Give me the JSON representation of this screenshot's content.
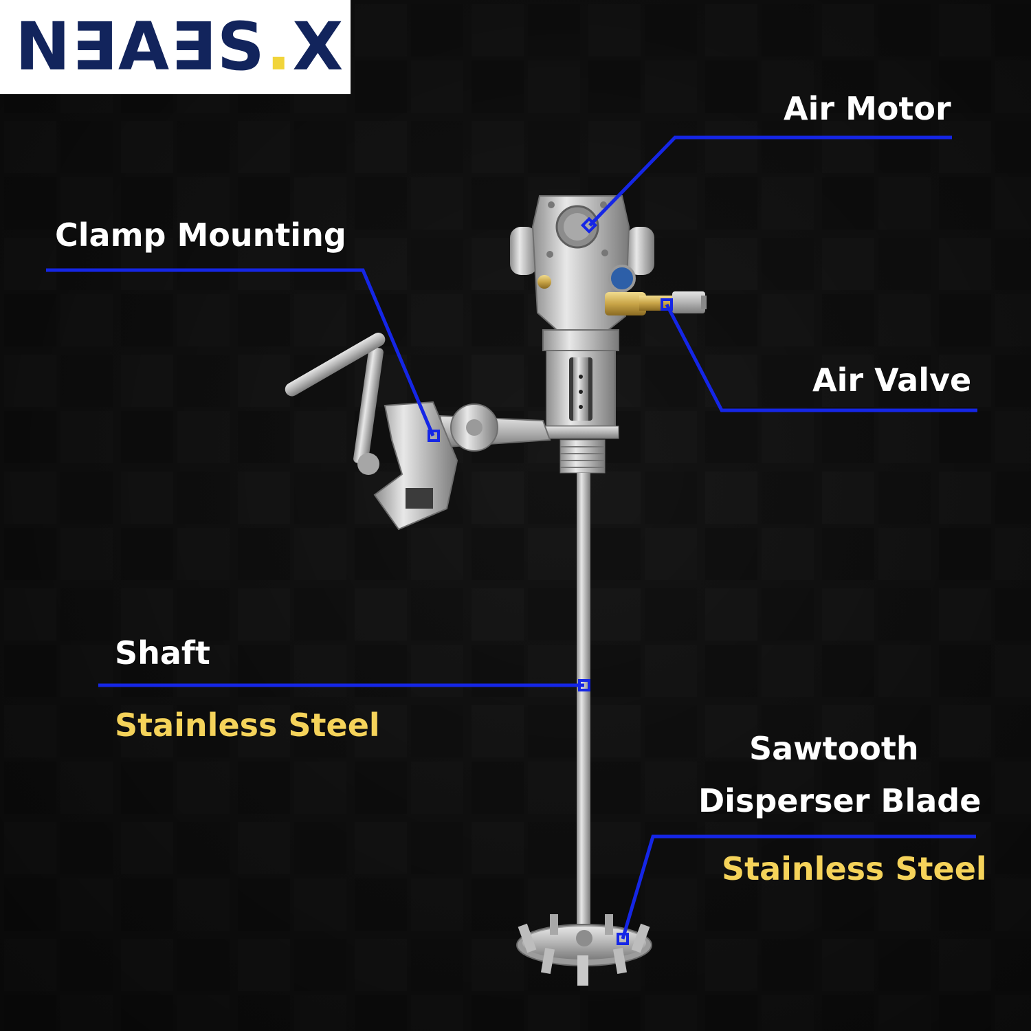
{
  "brand": {
    "logo_text": "N∃A∃S",
    "logo_separator": ".",
    "logo_suffix": "X",
    "logo_color": "#12245c",
    "logo_accent_color": "#f1d43a"
  },
  "callouts": {
    "air_motor": {
      "label": "Air Motor"
    },
    "clamp_mounting": {
      "label": "Clamp Mounting"
    },
    "air_valve": {
      "label": "Air Valve"
    },
    "shaft": {
      "label": "Shaft",
      "material": "Stainless Steel"
    },
    "blade": {
      "label_line1": "Sawtooth",
      "label_line2": "Disperser Blade",
      "material": "Stainless Steel"
    }
  },
  "colors": {
    "leader_line": "#1526e6",
    "label_text": "#ffffff",
    "material_text": "#f5d35a",
    "background": "#0d0d0d",
    "metal": "#c8c8c8",
    "brass": "#c9a548"
  }
}
